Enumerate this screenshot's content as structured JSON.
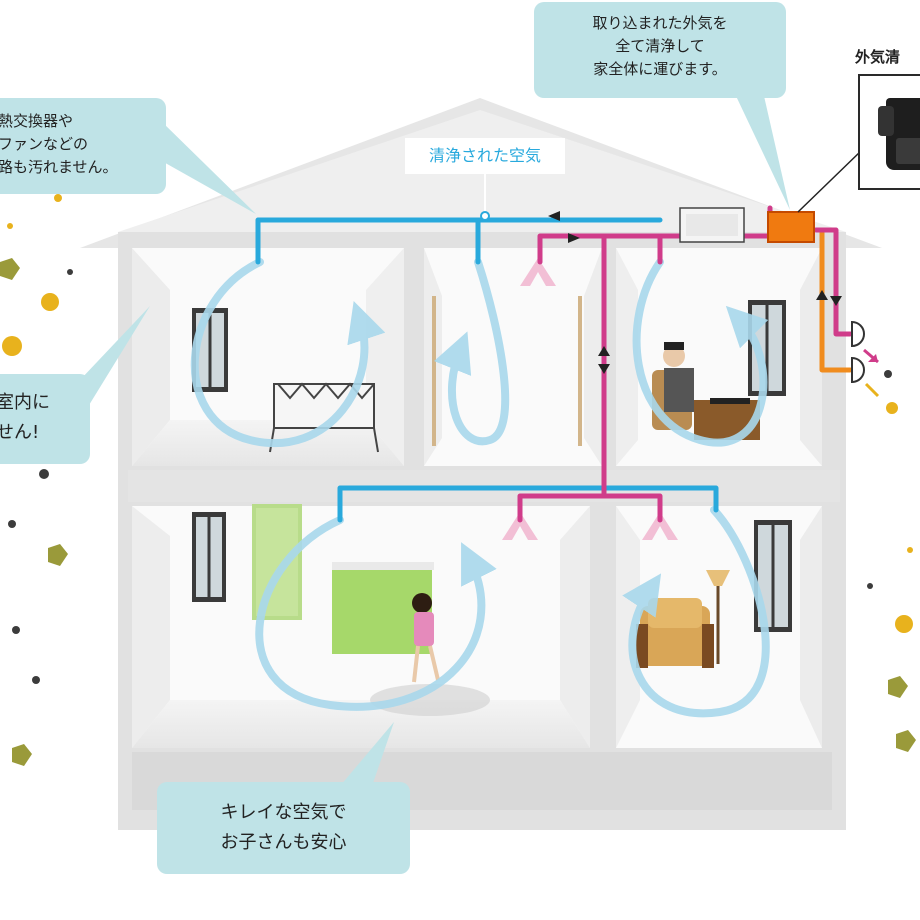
{
  "callouts": {
    "top": [
      "取り込まれた外気を",
      "全て清浄して",
      "家全体に運びます。"
    ],
    "left": [
      "熱交換器や",
      "ファンなどの",
      "路も汚れません。"
    ],
    "indoor": [
      "室内に",
      "せん!"
    ],
    "bottom": [
      "キレイな空気で",
      "お子さんも安心"
    ]
  },
  "labels": {
    "clean_air": "清浄された空気",
    "filter": "外気清"
  },
  "colors": {
    "clean_duct": "#29a9dc",
    "return_duct": "#d03c8a",
    "fresh_duct": "#f08c1e",
    "unit": "#f07a10",
    "airflow": "#a9d8ec",
    "callout": "#bfe3e7",
    "house_wall": "#e1e1e1",
    "room_inside": "#fafafa",
    "dust_gold": "#e8b21d",
    "dust_olive": "#9a9a3a",
    "dust_dark": "#3c3c3c"
  }
}
